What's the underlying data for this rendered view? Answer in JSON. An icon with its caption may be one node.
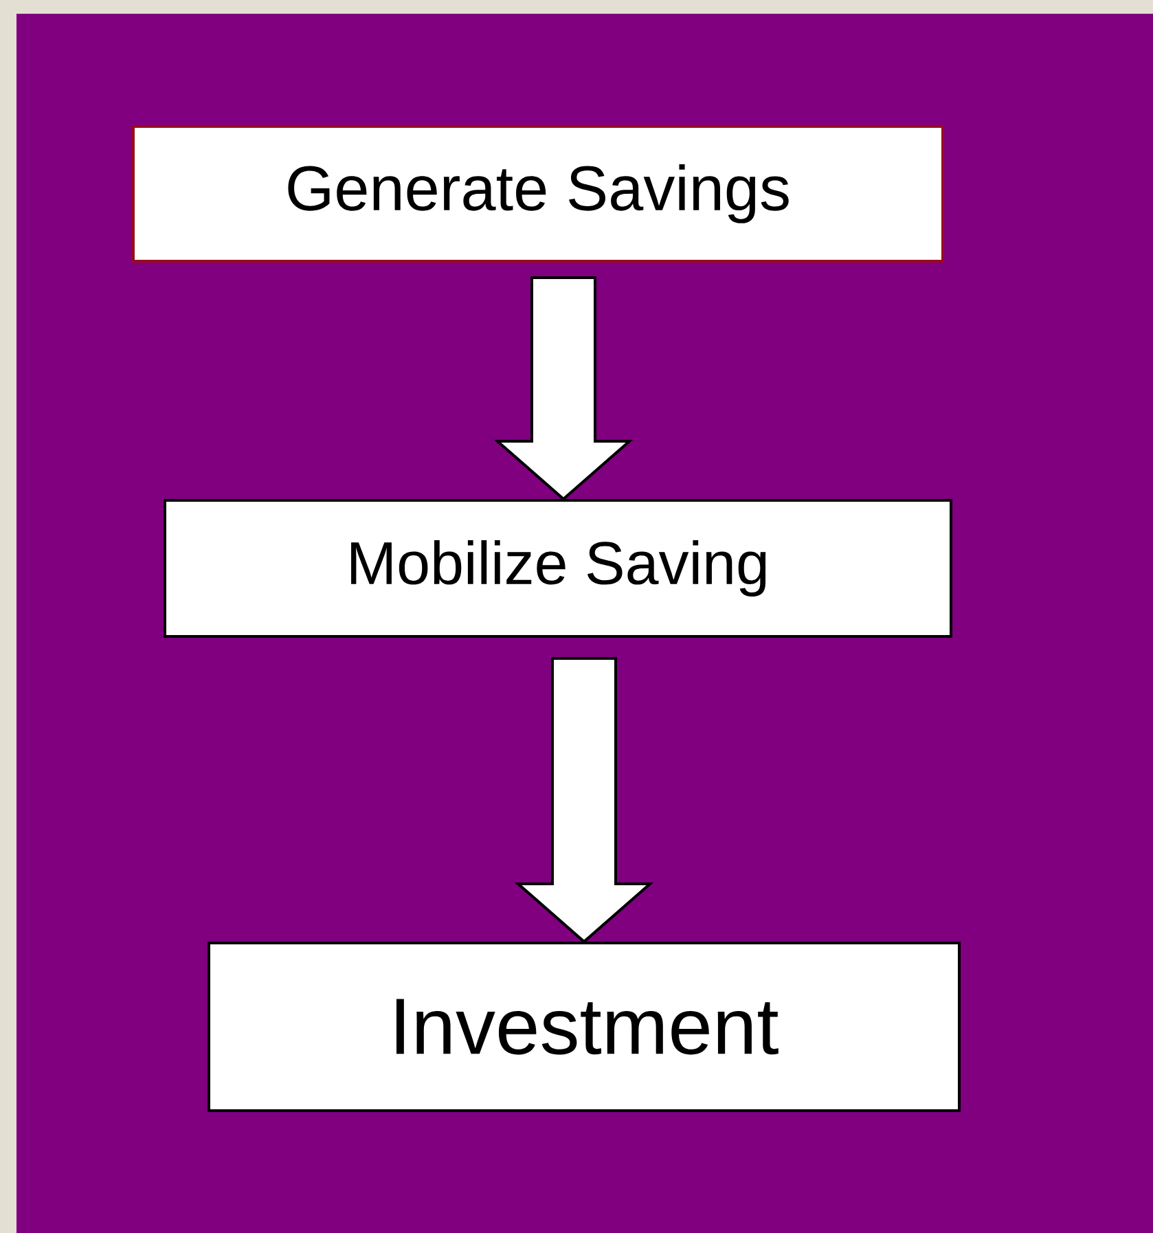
{
  "diagram": {
    "nodes": [
      {
        "text": [
          "Generate Savings"
        ]
      },
      {
        "text": [
          "Mobilize Saving"
        ]
      },
      {
        "text": [
          "Investment"
        ]
      }
    ],
    "edges": [
      {
        "from": 0,
        "to": 1,
        "arrow": "to"
      },
      {
        "from": 1,
        "to": 2,
        "arrow": "to"
      }
    ]
  }
}
